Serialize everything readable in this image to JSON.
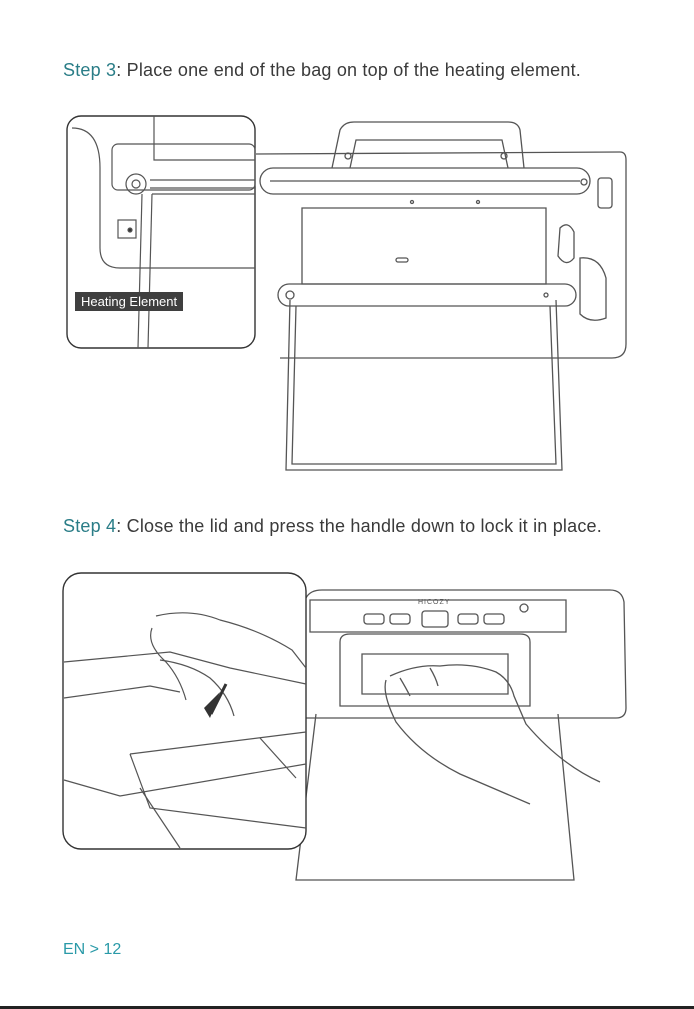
{
  "step3": {
    "label": "Step 3",
    "text": ": Place one end of the bag on top of the heating element."
  },
  "step4": {
    "label": "Step 4",
    "text": ": Close the lid and press the handle down to lock it in place."
  },
  "figure1": {
    "callout": "Heating Element"
  },
  "figure2": {
    "brand": "HICOZY"
  },
  "footer": {
    "page": "EN > 12"
  }
}
